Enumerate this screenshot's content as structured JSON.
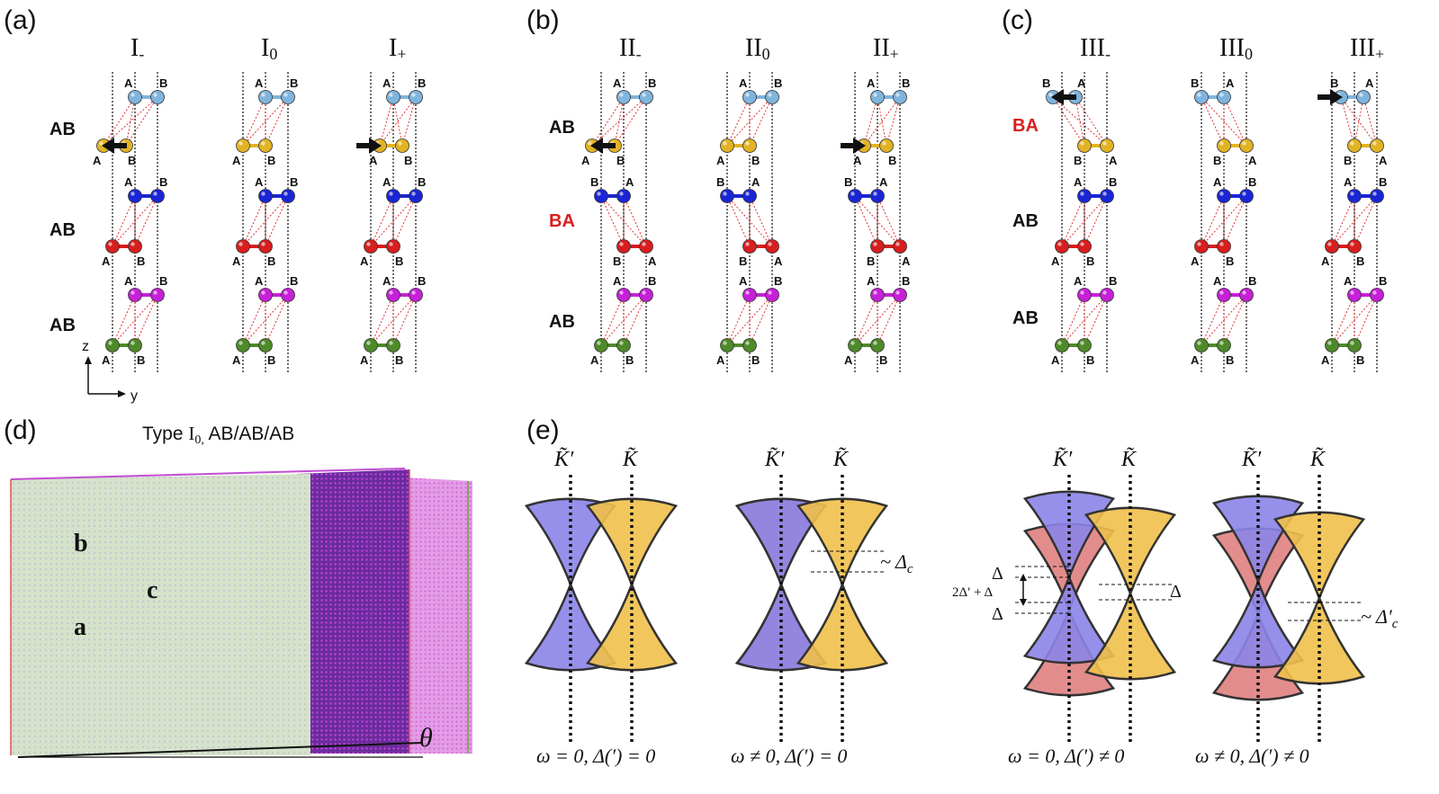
{
  "panels": {
    "a": {
      "label": "(a)",
      "stack_labels": [
        "AB",
        "AB",
        "AB"
      ],
      "columns": [
        {
          "title": "I",
          "sub": "-"
        },
        {
          "title": "I",
          "sub": "0"
        },
        {
          "title": "I",
          "sub": "+"
        }
      ]
    },
    "b": {
      "label": "(b)",
      "stack_labels": [
        "AB",
        "BA",
        "AB"
      ],
      "columns": [
        {
          "title": "II",
          "sub": "-"
        },
        {
          "title": "II",
          "sub": "0"
        },
        {
          "title": "II",
          "sub": "+"
        }
      ]
    },
    "c": {
      "label": "(c)",
      "stack_labels": [
        "BA",
        "AB",
        "AB"
      ],
      "columns": [
        {
          "title": "III",
          "sub": "-"
        },
        {
          "title": "III",
          "sub": "0"
        },
        {
          "title": "III",
          "sub": "+"
        }
      ]
    },
    "d": {
      "label": "(d)",
      "title_prefix": "Type ",
      "title_type": "I",
      "title_sub": "0,",
      "title_suffix": " AB/AB/AB",
      "region_labels": [
        "b",
        "c",
        "a"
      ],
      "angle_label": "θ"
    },
    "e": {
      "label": "(e)",
      "k_prime": "K̃′",
      "k": "K̃",
      "delta_c": "~ Δ",
      "delta_c_sub": "c",
      "delta_cp": "~ Δ′",
      "delta_cp_sub": "c",
      "delta": "Δ",
      "gap_expr": "2Δ′ + Δ",
      "captions": [
        "ω = 0, Δ(′) = 0",
        "ω ≠ 0, Δ(′) = 0",
        "ω = 0, Δ(′) ≠ 0",
        "ω ≠ 0, Δ(′) ≠ 0"
      ]
    }
  },
  "axes": {
    "z": "z",
    "y": "y"
  },
  "atom_labels": {
    "A": "A",
    "B": "B"
  },
  "colors": {
    "layer1": "#7fb4dd",
    "layer2": "#e2b325",
    "layer3": "#1a25d6",
    "layer4": "#d81e1e",
    "layer5": "#c620d8",
    "layer6": "#4f8a2a",
    "valley_kprime": "#8b84e8",
    "valley_k": "#f0c04a",
    "valley_pink": "#e08080",
    "red_label": "#d81e1e"
  }
}
